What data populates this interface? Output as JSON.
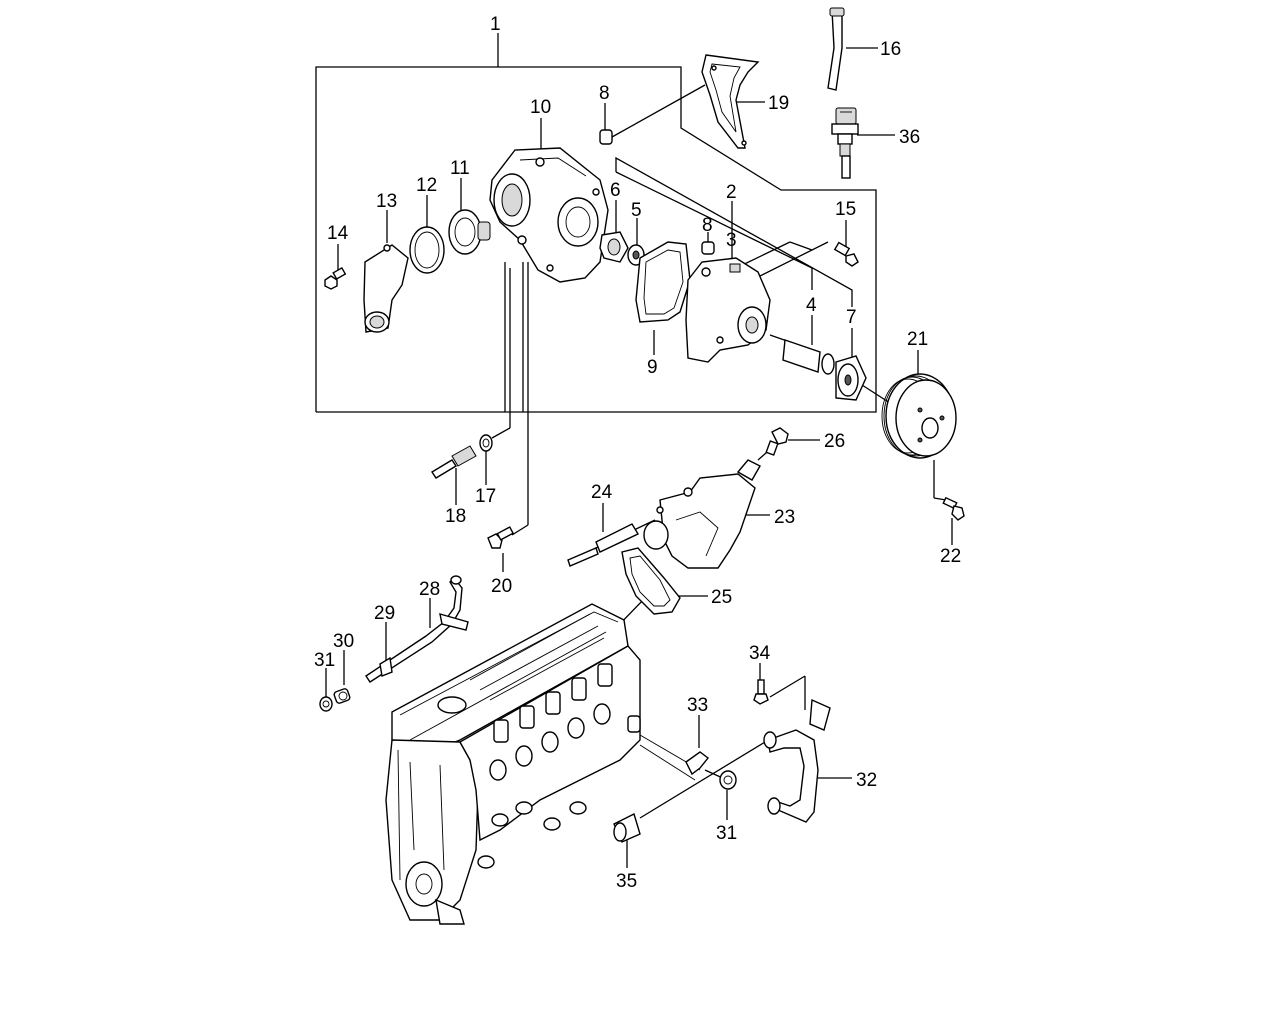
{
  "callouts": [
    {
      "id": "c1",
      "text": "1"
    },
    {
      "id": "c2",
      "text": "2"
    },
    {
      "id": "c3",
      "text": "3"
    },
    {
      "id": "c4",
      "text": "4"
    },
    {
      "id": "c5",
      "text": "5"
    },
    {
      "id": "c6",
      "text": "6"
    },
    {
      "id": "c7",
      "text": "7"
    },
    {
      "id": "c8a",
      "text": "8"
    },
    {
      "id": "c8b",
      "text": "8"
    },
    {
      "id": "c9",
      "text": "9"
    },
    {
      "id": "c10",
      "text": "10"
    },
    {
      "id": "c11",
      "text": "11"
    },
    {
      "id": "c12",
      "text": "12"
    },
    {
      "id": "c13",
      "text": "13"
    },
    {
      "id": "c14",
      "text": "14"
    },
    {
      "id": "c15",
      "text": "15"
    },
    {
      "id": "c16",
      "text": "16"
    },
    {
      "id": "c17",
      "text": "17"
    },
    {
      "id": "c18",
      "text": "18"
    },
    {
      "id": "c19",
      "text": "19"
    },
    {
      "id": "c20",
      "text": "20"
    },
    {
      "id": "c21",
      "text": "21"
    },
    {
      "id": "c22",
      "text": "22"
    },
    {
      "id": "c23",
      "text": "23"
    },
    {
      "id": "c24",
      "text": "24"
    },
    {
      "id": "c25",
      "text": "25"
    },
    {
      "id": "c26",
      "text": "26"
    },
    {
      "id": "c28",
      "text": "28"
    },
    {
      "id": "c29",
      "text": "29"
    },
    {
      "id": "c30",
      "text": "30"
    },
    {
      "id": "c31a",
      "text": "31"
    },
    {
      "id": "c31b",
      "text": "31"
    },
    {
      "id": "c32",
      "text": "32"
    },
    {
      "id": "c33",
      "text": "33"
    },
    {
      "id": "c34",
      "text": "34"
    },
    {
      "id": "c35",
      "text": "35"
    },
    {
      "id": "c36",
      "text": "36"
    }
  ]
}
